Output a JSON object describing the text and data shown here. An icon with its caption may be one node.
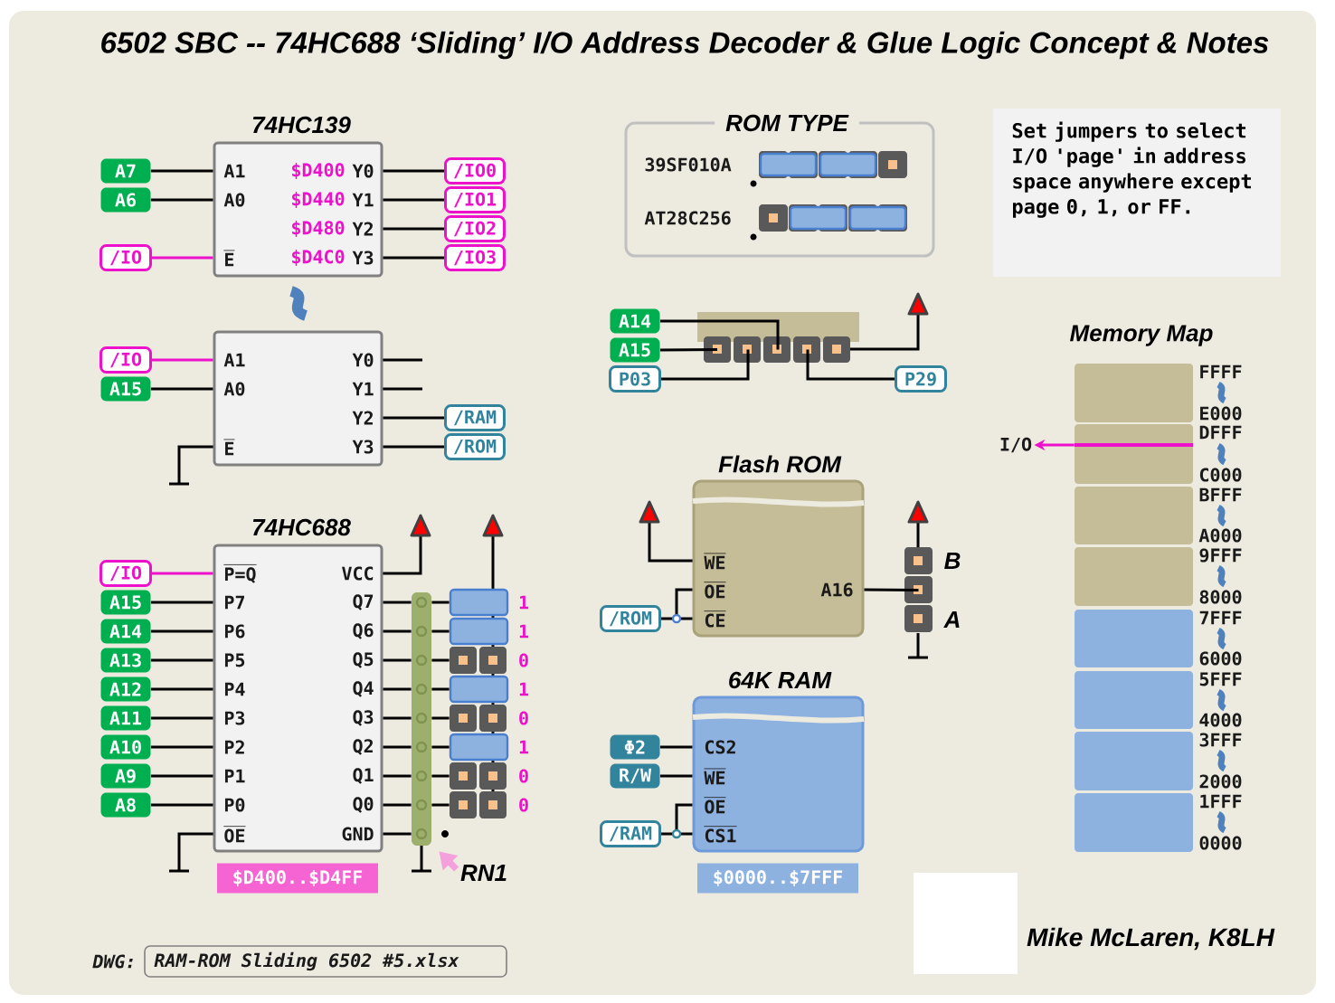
{
  "diagram": {
    "title": "6502 SBC -- 74HC688 ‘Sliding’ I/O Address Decoder & Glue Logic Concept & Notes",
    "nodes": [
      {
        "text": [
          "74HC139",
          "A1",
          "$D400",
          "Y0",
          "A0",
          "$D440",
          "Y1",
          "$D480",
          "Y2",
          "E",
          "$D4C0",
          "Y3"
        ]
      },
      {
        "text": [
          "A7"
        ]
      },
      {
        "text": [
          "A6"
        ]
      },
      {
        "text": [
          "/IO"
        ]
      },
      {
        "text": [
          "/IO0"
        ]
      },
      {
        "text": [
          "/IO1"
        ]
      },
      {
        "text": [
          "/IO2"
        ]
      },
      {
        "text": [
          "/IO3"
        ]
      },
      {
        "text": [
          "A1",
          "Y0",
          "A0",
          "Y1",
          "Y2",
          "E",
          "Y3"
        ]
      },
      {
        "text": [
          "/IO"
        ]
      },
      {
        "text": [
          "A15"
        ]
      },
      {
        "text": [
          "/RAM"
        ]
      },
      {
        "text": [
          "/ROM"
        ]
      },
      {
        "text": [
          "74HC688",
          "P=Q",
          "VCC",
          "P7",
          "Q7",
          "P6",
          "Q6",
          "P5",
          "Q5",
          "P4",
          "Q4",
          "P3",
          "Q3",
          "P2",
          "Q2",
          "P1",
          "Q1",
          "P0",
          "Q0",
          "OE",
          "GND"
        ]
      },
      {
        "text": [
          "/IO"
        ]
      },
      {
        "text": [
          "A15"
        ]
      },
      {
        "text": [
          "A14"
        ]
      },
      {
        "text": [
          "A13"
        ]
      },
      {
        "text": [
          "A12"
        ]
      },
      {
        "text": [
          "A11"
        ]
      },
      {
        "text": [
          "A10"
        ]
      },
      {
        "text": [
          "A9"
        ]
      },
      {
        "text": [
          "A8"
        ]
      },
      {
        "text": [],
        "shape": "bar"
      },
      {
        "text": [],
        "shape": "box",
        "beside": [
          "1",
          "1",
          "0",
          "1",
          "0",
          "1",
          "0",
          "0"
        ]
      },
      {
        "text": [
          "RN1"
        ]
      },
      {
        "text": [
          "$D400..$D4FF"
        ]
      },
      {
        "text": [
          "ROM TYPE",
          "39SF010A",
          "AT28C256"
        ]
      },
      {
        "text": [
          "A14"
        ]
      },
      {
        "text": [
          "A15"
        ]
      },
      {
        "text": [
          "P03"
        ]
      },
      {
        "text": [
          "P29"
        ]
      },
      {
        "text": [],
        "shape": "box"
      },
      {
        "text": [
          "Set jumpers to select I/O 'page' in address space anywhere except page 0, 1, or FF."
        ]
      },
      {
        "text": [
          "Flash ROM",
          "WE",
          "OE",
          "A16",
          "CE"
        ]
      },
      {
        "text": [
          "/ROM"
        ]
      },
      {
        "text": [],
        "shape": "box",
        "beside": [
          "B",
          "A"
        ]
      },
      {
        "text": [
          "64K RAM",
          "CS2",
          "WE",
          "OE",
          "CS1"
        ]
      },
      {
        "text": [
          "Φ2"
        ]
      },
      {
        "text": [
          "R/W"
        ]
      },
      {
        "text": [
          "/RAM"
        ]
      },
      {
        "text": [
          "$0000..$7FFF"
        ]
      },
      {
        "text": [
          "I/O"
        ]
      },
      {
        "text": [
          "DWG:",
          "RAM-ROM Sliding 6502 #5.xlsx"
        ]
      },
      {
        "text": [],
        "shape": "box"
      },
      {
        "text": [],
        "shape": "box"
      },
      {
        "text": [],
        "shape": "box"
      },
      {
        "text": [],
        "shape": "box"
      },
      {
        "text": [],
        "shape": "box"
      },
      {
        "text": [],
        "shape": "box"
      },
      {
        "text": [],
        "shape": "box"
      },
      {
        "text": [],
        "shape": "box"
      }
    ],
    "edges": [
      {
        "from": 1,
        "to": 0,
        "arrow": "none"
      },
      {
        "from": 2,
        "to": 0,
        "arrow": "none"
      },
      {
        "from": 3,
        "to": 0,
        "arrow": "none",
        "color": "#ee11cc"
      },
      {
        "from": 0,
        "to": 4,
        "arrow": "none"
      },
      {
        "from": 0,
        "to": 5,
        "arrow": "none"
      },
      {
        "from": 0,
        "to": 6,
        "arrow": "none"
      },
      {
        "from": 0,
        "to": 7,
        "arrow": "none"
      },
      {
        "from": 9,
        "to": 8,
        "arrow": "none",
        "color": "#ee11cc"
      },
      {
        "from": 10,
        "to": 8,
        "arrow": "none"
      },
      {
        "from": 8,
        "to": 11,
        "arrow": "none"
      },
      {
        "from": 8,
        "to": 12,
        "arrow": "none"
      },
      {
        "from": 14,
        "to": 13,
        "arrow": "none",
        "color": "#ee11cc"
      },
      {
        "from": 15,
        "to": 13,
        "arrow": "none"
      },
      {
        "from": 16,
        "to": 13,
        "arrow": "none"
      },
      {
        "from": 17,
        "to": 13,
        "arrow": "none"
      },
      {
        "from": 18,
        "to": 13,
        "arrow": "none"
      },
      {
        "from": 19,
        "to": 13,
        "arrow": "none"
      },
      {
        "from": 20,
        "to": 13,
        "arrow": "none"
      },
      {
        "from": 21,
        "to": 13,
        "arrow": "none"
      },
      {
        "from": 22,
        "to": 13,
        "arrow": "none"
      },
      {
        "from": 13,
        "to": 23,
        "arrow": "none"
      },
      {
        "from": 13,
        "to": 23,
        "arrow": "none"
      },
      {
        "from": 13,
        "to": 23,
        "arrow": "none"
      },
      {
        "from": 13,
        "to": 23,
        "arrow": "none"
      },
      {
        "from": 13,
        "to": 23,
        "arrow": "none"
      },
      {
        "from": 13,
        "to": 23,
        "arrow": "none"
      },
      {
        "from": 13,
        "to": 23,
        "arrow": "none"
      },
      {
        "from": 13,
        "to": 23,
        "arrow": "none"
      },
      {
        "from": 13,
        "to": 23,
        "arrow": "none"
      },
      {
        "from": 23,
        "to": 24,
        "arrow": "none"
      },
      {
        "from": 23,
        "to": 24,
        "arrow": "none"
      },
      {
        "from": 23,
        "to": 24,
        "arrow": "none"
      },
      {
        "from": 23,
        "to": 24,
        "arrow": "none"
      },
      {
        "from": 23,
        "to": 24,
        "arrow": "none"
      },
      {
        "from": 23,
        "to": 24,
        "arrow": "none"
      },
      {
        "from": 23,
        "to": 24,
        "arrow": "none"
      },
      {
        "from": 23,
        "to": 24,
        "arrow": "none"
      },
      {
        "from": 25,
        "to": 23,
        "arrow": "to",
        "style": "thick",
        "color": "#f4a0dc"
      },
      {
        "from": 28,
        "to": 32,
        "arrow": "none"
      },
      {
        "from": 29,
        "to": 32,
        "arrow": "none"
      },
      {
        "from": 30,
        "to": 32,
        "arrow": "none"
      },
      {
        "from": 31,
        "to": 32,
        "arrow": "none"
      },
      {
        "from": 35,
        "to": 34,
        "arrow": "none"
      },
      {
        "from": 34,
        "to": 36,
        "arrow": "none"
      },
      {
        "from": 38,
        "to": 37,
        "arrow": "none"
      },
      {
        "from": 39,
        "to": 37,
        "arrow": "none"
      },
      {
        "from": 40,
        "to": 37,
        "arrow": "none"
      },
      {
        "from": 45,
        "to": 42,
        "arrow": "to",
        "color": "#ee11cc"
      }
    ],
    "labels": [
      "Memory Map",
      "FFFF",
      "E000",
      "DFFF",
      "C000",
      "BFFF",
      "A000",
      "9FFF",
      "8000",
      "7FFF",
      "6000",
      "5FFF",
      "4000",
      "3FFF",
      "2000",
      "1FFF",
      "0000",
      "Mike McLaren, K8LH"
    ]
  }
}
